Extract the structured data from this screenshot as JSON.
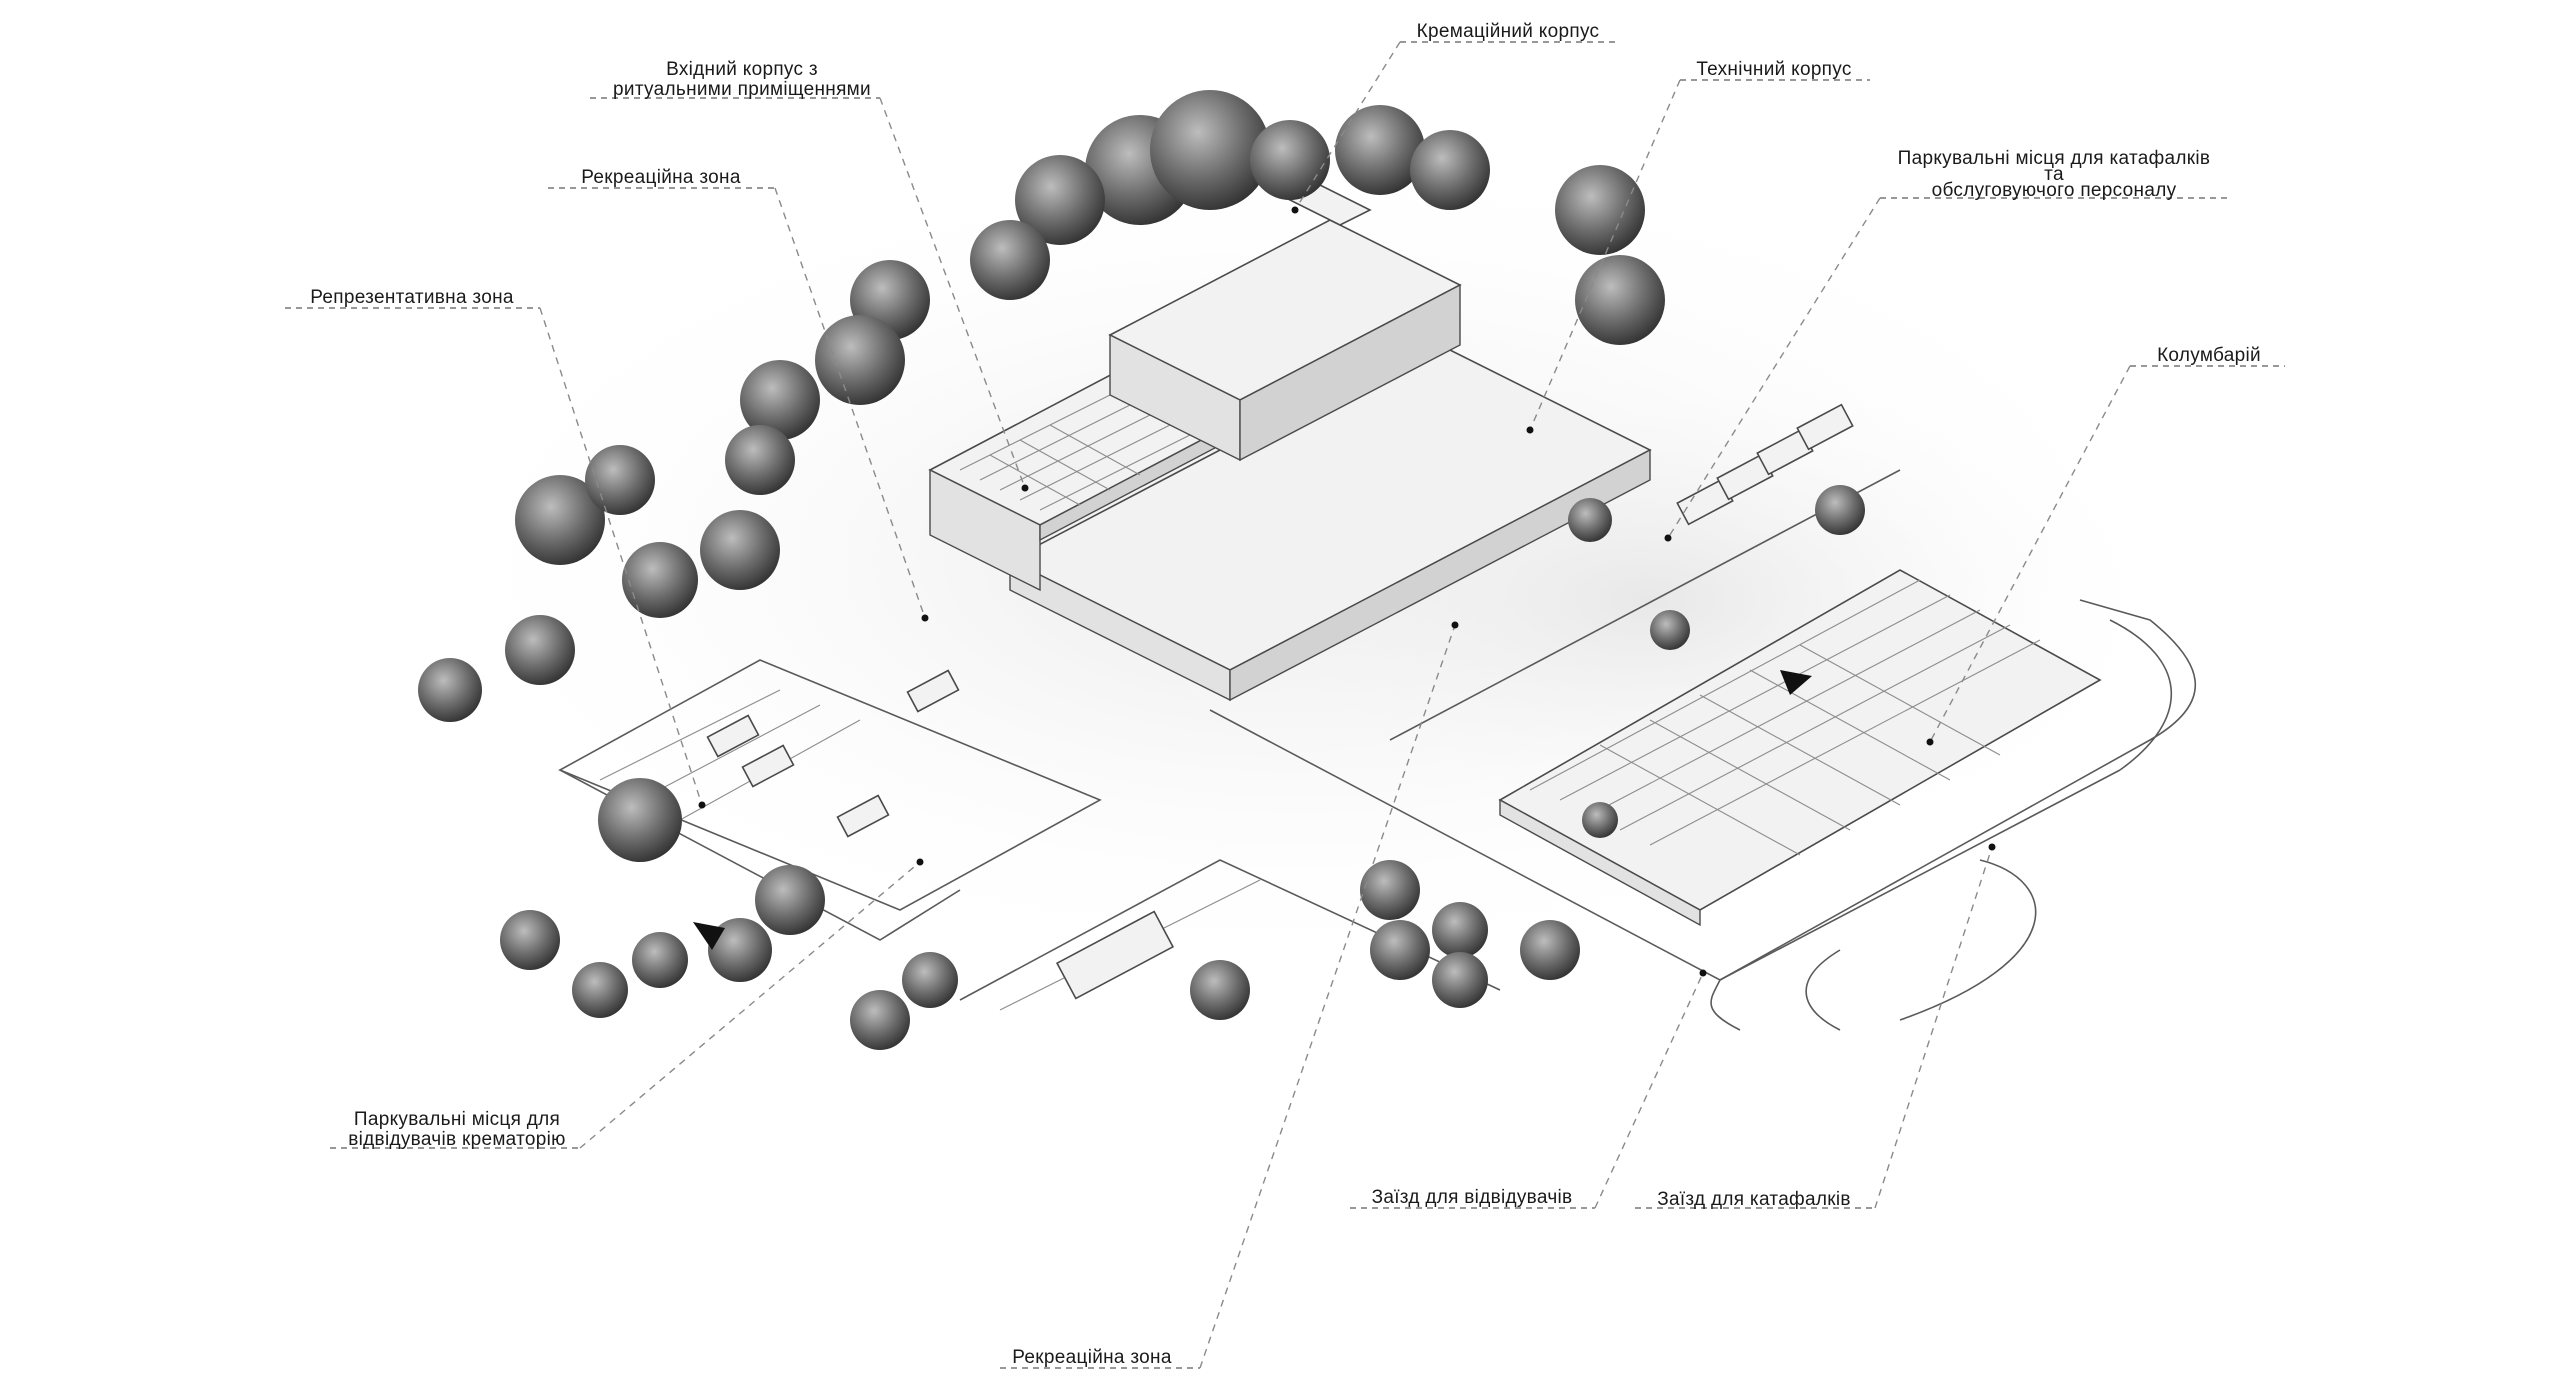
{
  "labels": {
    "cremation": "Кремаційний корпус",
    "technical": "Технічний корпус",
    "entrance_line1": "Вхідний корпус з",
    "entrance_line2": "ритуальними приміщеннями",
    "recreation_top": "Рекреаційна зона",
    "representative": "Репрезентативна зона",
    "hearse_parking_line1": "Паркувальні місця для катафалків",
    "hearse_parking_line2": "та",
    "hearse_parking_line3": "обслуговуючого персоналу",
    "columbarium": "Колумбарій",
    "visitor_parking_line1": "Паркувальні місця для",
    "visitor_parking_line2": "відвідувачів крематорію",
    "visitor_entry": "Заїзд для відвідувачів",
    "hearse_entry": "Заїзд для катафалків",
    "recreation_bottom": "Рекреаційна зона"
  },
  "colors": {
    "label_text": "#1a1a1a",
    "leader_line": "#8a8a8a",
    "building_outline": "#4a4a4a",
    "tree_dark": "#3a3a3a",
    "background": "#ffffff"
  },
  "icons": {
    "entry_arrow": "black-triangle-arrow",
    "leader_end": "black-dot"
  }
}
